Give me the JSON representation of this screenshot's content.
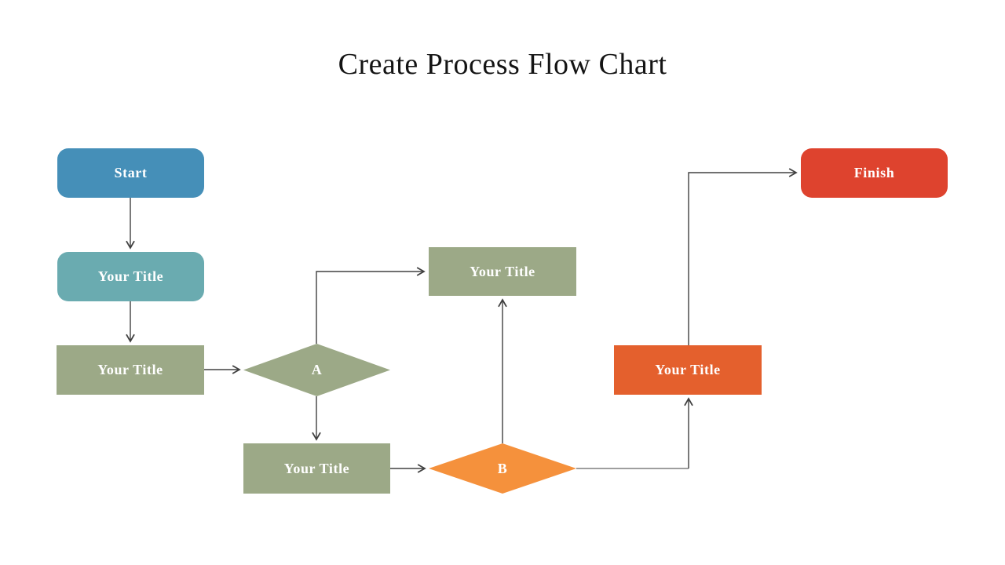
{
  "title": "Create Process Flow Chart",
  "palette": {
    "start_blue": "#458fb8",
    "teal": "#6aabb0",
    "sage_green": "#9ca987",
    "orange": "#f5913c",
    "orange_dark": "#e4602d",
    "finish_red": "#de432e",
    "connector_dark": "#404040",
    "connector_gray": "#9e9e9e",
    "text_white": "#ffffff",
    "title_black": "#141414"
  },
  "nodes": {
    "start": {
      "label": "Start"
    },
    "step1": {
      "label": "Your Title"
    },
    "step2": {
      "label": "Your Title"
    },
    "decision_a": {
      "label": "A"
    },
    "branch_top": {
      "label": "Your Title"
    },
    "branch_bottom": {
      "label": "Your Title"
    },
    "decision_b": {
      "label": "B"
    },
    "step3": {
      "label": "Your Title"
    },
    "finish": {
      "label": "Finish"
    }
  }
}
